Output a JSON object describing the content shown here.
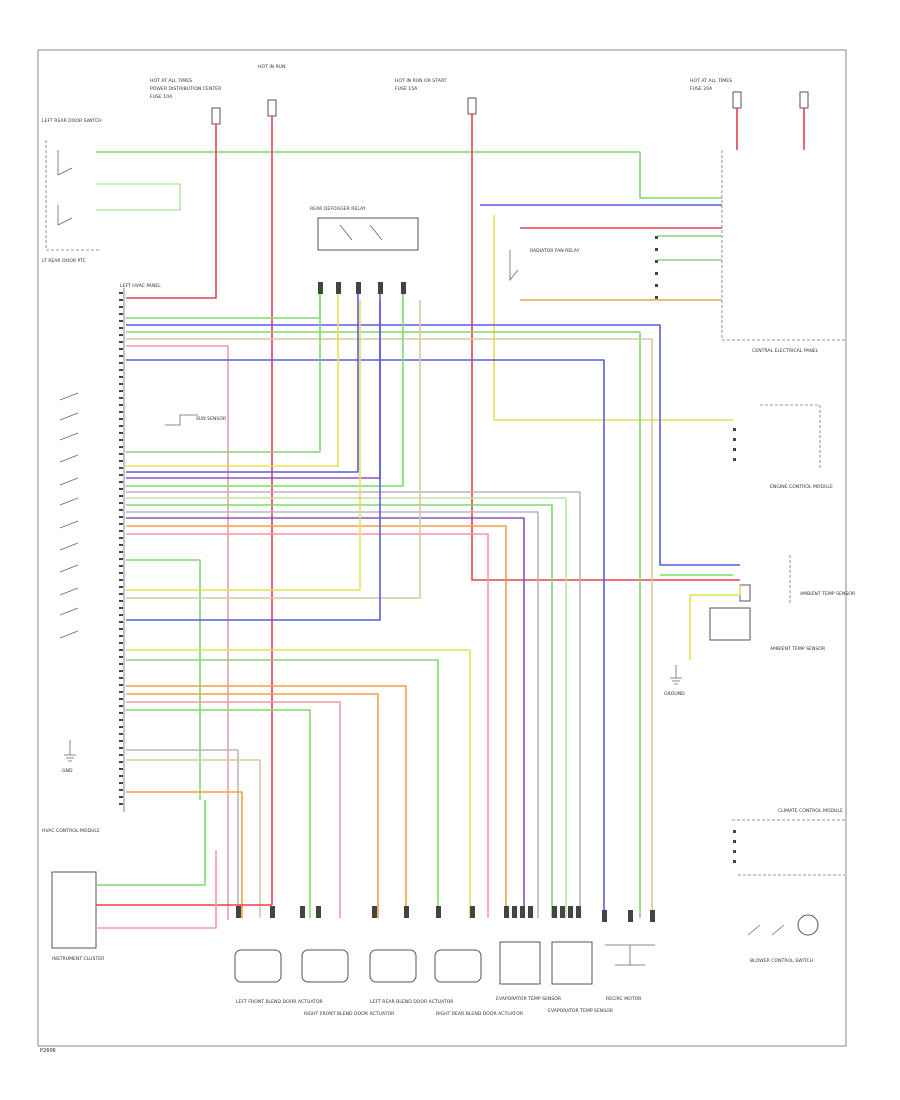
{
  "footer": {
    "code": "P2606"
  },
  "wire_colors": {
    "green": "#7ddc6e",
    "red": "#e8404f",
    "blue": "#5a5ae8",
    "yellow": "#e6e050",
    "orange": "#f0a040",
    "violet": "#8a52c8",
    "gray": "#b8b8b8",
    "light_green": "#b8e6a0",
    "pink": "#f29aa8",
    "tan": "#d8c8a0"
  },
  "labels": {
    "hot_at_all_times_1": "HOT AT ALL TIMES",
    "hot_at_all_times_2": "HOT AT ALL TIMES",
    "hot_in_run": "HOT IN RUN",
    "hot_in_run_start": "HOT IN RUN OR START",
    "power_distribution_center": "POWER DISTRIBUTION CENTER",
    "fuse_10a": "FUSE 10A",
    "fuse_15a": "FUSE 15A",
    "fuse_20a": "FUSE 20A",
    "left_rear_door_switch": "LEFT REAR DOOR SWITCH",
    "lt_rear_door_ptc": "LT REAR DOOR PTC",
    "hvac_module": "HVAC CONTROL MODULE",
    "lt_hvac_panel": "LEFT HVAC PANEL",
    "radiator_fan_relay": "RADIATOR FAN RELAY",
    "defog_relay": "REAR DEFOGGER RELAY",
    "central_electrical_panel": "CENTRAL ELECTRICAL PANEL",
    "engine_control_module": "ENGINE CONTROL MODULE",
    "ambient_temp_sensor": "AMBIENT TEMP SENSOR",
    "ambient_temp_sensor_2": "AMBIENT TEMP SENSOR",
    "climate_control_module": "CLIMATE CONTROL MODULE",
    "sun_sensor": "SUN SENSOR",
    "ground": "GROUND",
    "instrument_cluster": "INSTRUMENT CLUSTER",
    "lf_blend_door": "LEFT FRONT BLEND DOOR ACTUATOR",
    "rf_blend_door": "RIGHT FRONT BLEND DOOR ACTUATOR",
    "lr_blend_door": "LEFT REAR BLEND DOOR ACTUATOR",
    "rr_blend_door": "RIGHT REAR BLEND DOOR ACTUATOR",
    "evap_temp_sensor_1": "EVAPORATOR TEMP SENSOR",
    "evap_temp_sensor_2": "EVAPORATOR TEMP SENSOR",
    "recirc_motor": "RECIRC MOTOR",
    "blower_control_switch": "BLOWER CONTROL SWITCH",
    "gnd_left": "GND"
  }
}
